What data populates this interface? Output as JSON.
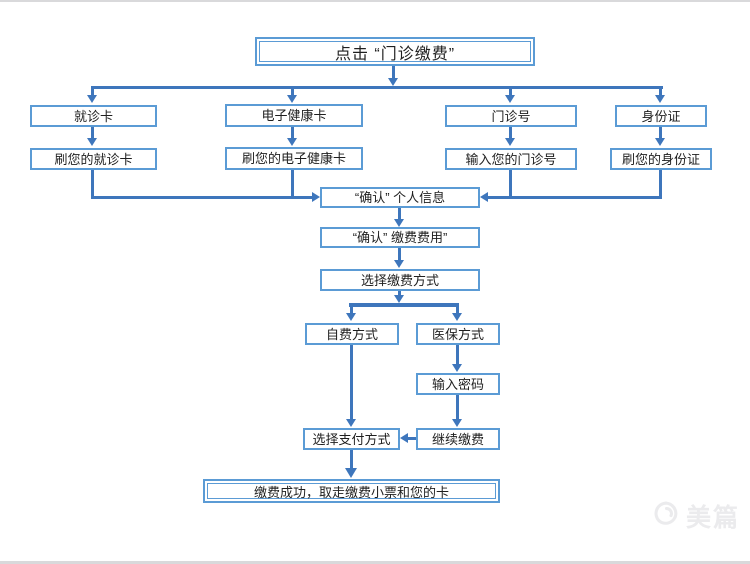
{
  "slide": {
    "watermark": {
      "brand": "美篇"
    },
    "colors": {
      "arrow": "#3e76bc",
      "border": "#5b9bd5",
      "text": "#1f1f1f",
      "watermark": "#ebebed"
    }
  },
  "flowchart": {
    "start": "点击 “门诊缴费”",
    "branches": [
      {
        "option": "就诊卡",
        "action": "刷您的就诊卡"
      },
      {
        "option": "电子健康卡",
        "action": "刷您的电子健康卡"
      },
      {
        "option": "门诊号",
        "action": "输入您的门诊号"
      },
      {
        "option": "身份证",
        "action": "刷您的身份证"
      }
    ],
    "confirm_info": "“确认” 个人信息",
    "confirm_fee": "“确认” 缴费费用”",
    "choose_fee_method": "选择缴费方式",
    "self_pay": "自费方式",
    "insurance_pay": "医保方式",
    "enter_password": "输入密码",
    "continue_pay": "继续缴费",
    "choose_payment": "选择支付方式",
    "finish": "缴费成功，取走缴费小票和您的卡"
  }
}
